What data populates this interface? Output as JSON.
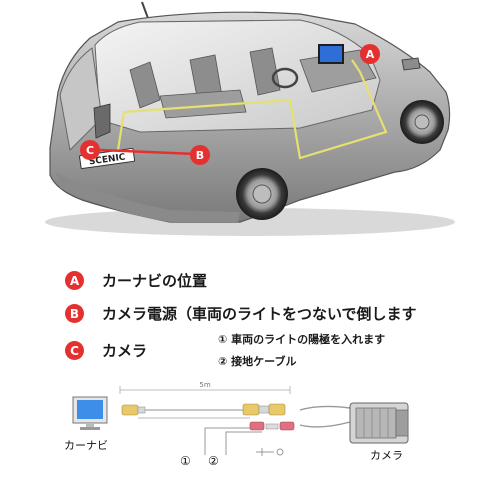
{
  "car": {
    "plate_text": "SCENIC",
    "markers": {
      "a": "A",
      "b": "B",
      "c": "C"
    },
    "colors": {
      "marker": "#e53030",
      "route_line": "#e5e070",
      "screen": "#2d6fd6"
    }
  },
  "legend": [
    {
      "letter": "A",
      "text": "カーナビの位置"
    },
    {
      "letter": "B",
      "text": "カメラ電源（車両のライトをつないで倒します"
    },
    {
      "letter": "C",
      "text": "カメラ"
    }
  ],
  "sub_notes": [
    {
      "num": "①",
      "text": "車両のライトの陽極を入れます"
    },
    {
      "num": "②",
      "text": "接地ケーブル"
    }
  ],
  "wiring": {
    "length_label": "5m",
    "nav_label": "カーナビ",
    "camera_label": "カメラ",
    "num1": "①",
    "num2": "②",
    "colors": {
      "screen": "#3c8ee8",
      "connector_yellow": "#e8c96a",
      "connector_red": "#e07080"
    }
  }
}
